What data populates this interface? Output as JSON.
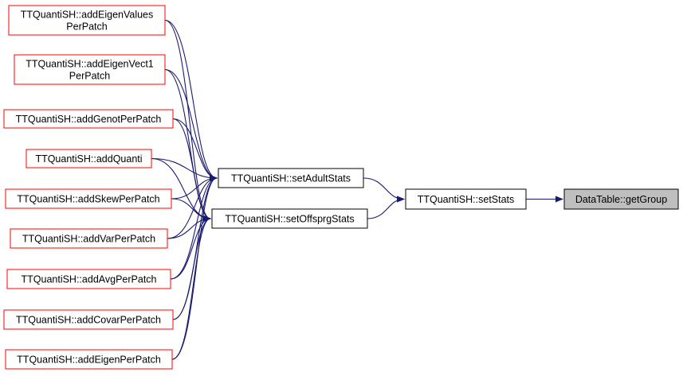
{
  "colors": {
    "edge": "#191970",
    "caller_border": "#ff0000",
    "normal_border": "#000000",
    "root_fill": "#bfbfbf",
    "node_fill": "#ffffff"
  },
  "nodes": {
    "add_eigen_values": {
      "lines": [
        "TTQuantiSH::addEigenValues",
        "PerPatch"
      ]
    },
    "add_eigen_vect1": {
      "lines": [
        "TTQuantiSH::addEigenVect1",
        "PerPatch"
      ]
    },
    "add_genot": {
      "lines": [
        "TTQuantiSH::addGenotPerPatch"
      ]
    },
    "add_quanti": {
      "lines": [
        "TTQuantiSH::addQuanti"
      ]
    },
    "add_skew": {
      "lines": [
        "TTQuantiSH::addSkewPerPatch"
      ]
    },
    "add_var": {
      "lines": [
        "TTQuantiSH::addVarPerPatch"
      ]
    },
    "add_avg": {
      "lines": [
        "TTQuantiSH::addAvgPerPatch"
      ]
    },
    "add_covar": {
      "lines": [
        "TTQuantiSH::addCovarPerPatch"
      ]
    },
    "add_eigen": {
      "lines": [
        "TTQuantiSH::addEigenPerPatch"
      ]
    },
    "set_adult_stats": {
      "lines": [
        "TTQuantiSH::setAdultStats"
      ]
    },
    "set_offsprg_stats": {
      "lines": [
        "TTQuantiSH::setOffsprgStats"
      ]
    },
    "set_stats": {
      "lines": [
        "TTQuantiSH::setStats"
      ]
    },
    "get_group": {
      "lines": [
        "DataTable::getGroup"
      ]
    }
  },
  "edges": [
    [
      "add_eigen_values",
      "set_adult_stats"
    ],
    [
      "add_eigen_values",
      "set_offsprg_stats"
    ],
    [
      "add_eigen_vect1",
      "set_adult_stats"
    ],
    [
      "add_eigen_vect1",
      "set_offsprg_stats"
    ],
    [
      "add_genot",
      "set_adult_stats"
    ],
    [
      "add_genot",
      "set_offsprg_stats"
    ],
    [
      "add_quanti",
      "set_adult_stats"
    ],
    [
      "add_quanti",
      "set_offsprg_stats"
    ],
    [
      "add_skew",
      "set_adult_stats"
    ],
    [
      "add_skew",
      "set_offsprg_stats"
    ],
    [
      "add_var",
      "set_adult_stats"
    ],
    [
      "add_var",
      "set_offsprg_stats"
    ],
    [
      "add_avg",
      "set_adult_stats"
    ],
    [
      "add_avg",
      "set_offsprg_stats"
    ],
    [
      "add_covar",
      "set_adult_stats"
    ],
    [
      "add_covar",
      "set_offsprg_stats"
    ],
    [
      "add_eigen",
      "set_adult_stats"
    ],
    [
      "add_eigen",
      "set_offsprg_stats"
    ],
    [
      "set_adult_stats",
      "set_stats"
    ],
    [
      "set_offsprg_stats",
      "set_stats"
    ],
    [
      "set_stats",
      "get_group"
    ]
  ]
}
